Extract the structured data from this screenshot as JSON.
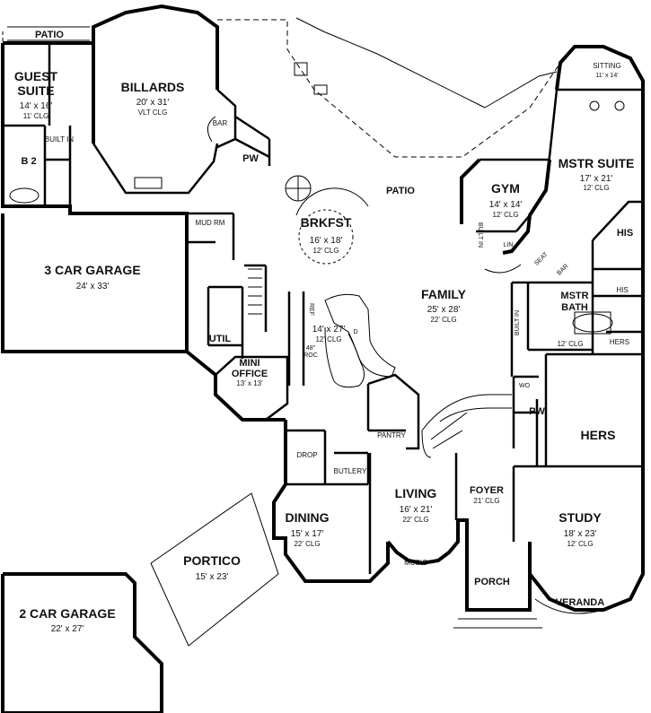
{
  "plan": {
    "rooms": {
      "patio_top_left": {
        "name": "PATIO"
      },
      "guest_suite": {
        "line1": "GUEST",
        "line2": "SUITE",
        "dim": "14' x 16'",
        "clg": "11' CLG"
      },
      "built_in_guest": {
        "name": "BUILT IN"
      },
      "b2": {
        "name": "B 2"
      },
      "billards": {
        "name": "BILLARDS",
        "dim": "20' x 31'",
        "clg": "VLT CLG"
      },
      "bar_billards": {
        "name": "BAR"
      },
      "pw_top": {
        "name": "PW"
      },
      "patio_center": {
        "name": "PATIO"
      },
      "brkfst": {
        "name": "BRKFST",
        "dim": "16' x 18'",
        "clg": "12' CLG"
      },
      "mud_rm": {
        "name": "MUD RM"
      },
      "garage3": {
        "name": "3 CAR GARAGE",
        "dim": "24' x 33'"
      },
      "kitchen": {
        "dim": "14' x 27'",
        "clg": "12' CLG"
      },
      "ref": {
        "name": "REF"
      },
      "d_label": {
        "name": "D"
      },
      "roc": {
        "line1": "48\"",
        "line2": "ROC"
      },
      "util": {
        "name": "UTIL"
      },
      "mini_office": {
        "line1": "MINI",
        "line2": "OFFICE",
        "dim": "13' x 13'"
      },
      "family": {
        "name": "FAMILY",
        "dim": "25' x 28'",
        "clg": "22' CLG"
      },
      "pantry": {
        "name": "PANTRY"
      },
      "drop": {
        "name": "DROP"
      },
      "butlery": {
        "name": "BUTLERY"
      },
      "dining": {
        "name": "DINING",
        "dim": "15' x 17'",
        "clg": "22' CLG"
      },
      "living": {
        "name": "LIVING",
        "dim": "16' x 21'",
        "clg": "22' CLG"
      },
      "music": {
        "name": "MUSIC"
      },
      "foyer": {
        "name": "FOYER",
        "clg": "21' CLG"
      },
      "porch": {
        "name": "PORCH"
      },
      "portico": {
        "name": "PORTICO",
        "dim": "15' x 23'"
      },
      "garage2": {
        "name": "2 CAR GARAGE",
        "dim": "22' x 27'"
      },
      "sitting": {
        "name": "SITTING",
        "dim": "11' x 14'"
      },
      "mstr_suite": {
        "name": "MSTR SUITE",
        "dim": "17' x 21'",
        "clg": "12' CLG"
      },
      "gym": {
        "name": "GYM",
        "dim": "14' x 14'",
        "clg": "12' CLG"
      },
      "built_in_gym": {
        "name": "BUILT IN"
      },
      "lin": {
        "name": "LIN"
      },
      "seat": {
        "name": "SEAT"
      },
      "bar_master": {
        "name": "BAR"
      },
      "his_closet": {
        "name": "HIS"
      },
      "his_bath": {
        "name": "HIS"
      },
      "mstr_bath": {
        "line1": "MSTR",
        "line2": "BATH",
        "clg": "12' CLG"
      },
      "built_in_bath": {
        "name": "BUILT IN"
      },
      "hers_bath": {
        "name": "HERS"
      },
      "wo": {
        "name": "WO"
      },
      "pw_right": {
        "name": "PW"
      },
      "hers_closet": {
        "name": "HERS"
      },
      "study": {
        "name": "STUDY",
        "dim": "18' x 23'",
        "clg": "12' CLG"
      },
      "veranda": {
        "name": "VERANDA"
      }
    }
  }
}
